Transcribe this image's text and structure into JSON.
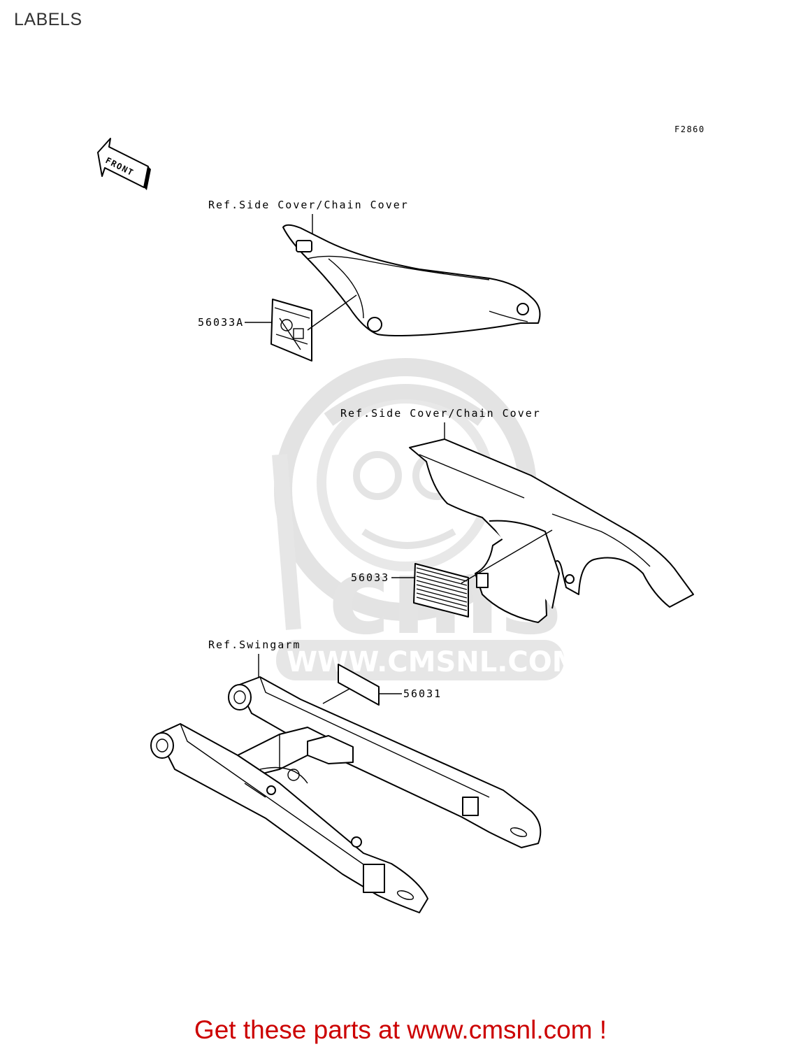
{
  "page": {
    "title": "LABELS",
    "figure_code": "F2860",
    "footer": "Get these parts at www.cmsnl.com !"
  },
  "front_arrow": {
    "label": "FRONT"
  },
  "watermark": {
    "url": "WWW.CMSNL.COM",
    "logo_text": "cms"
  },
  "callouts": [
    {
      "id": "ref-side-cover-1",
      "text": "Ref.Side Cover/Chain Cover"
    },
    {
      "id": "part-56033A",
      "text": "56033A"
    },
    {
      "id": "ref-side-cover-2",
      "text": "Ref.Side Cover/Chain Cover"
    },
    {
      "id": "part-56033",
      "text": "56033"
    },
    {
      "id": "ref-swingarm",
      "text": "Ref.Swingarm"
    },
    {
      "id": "part-56031",
      "text": "56031"
    }
  ]
}
